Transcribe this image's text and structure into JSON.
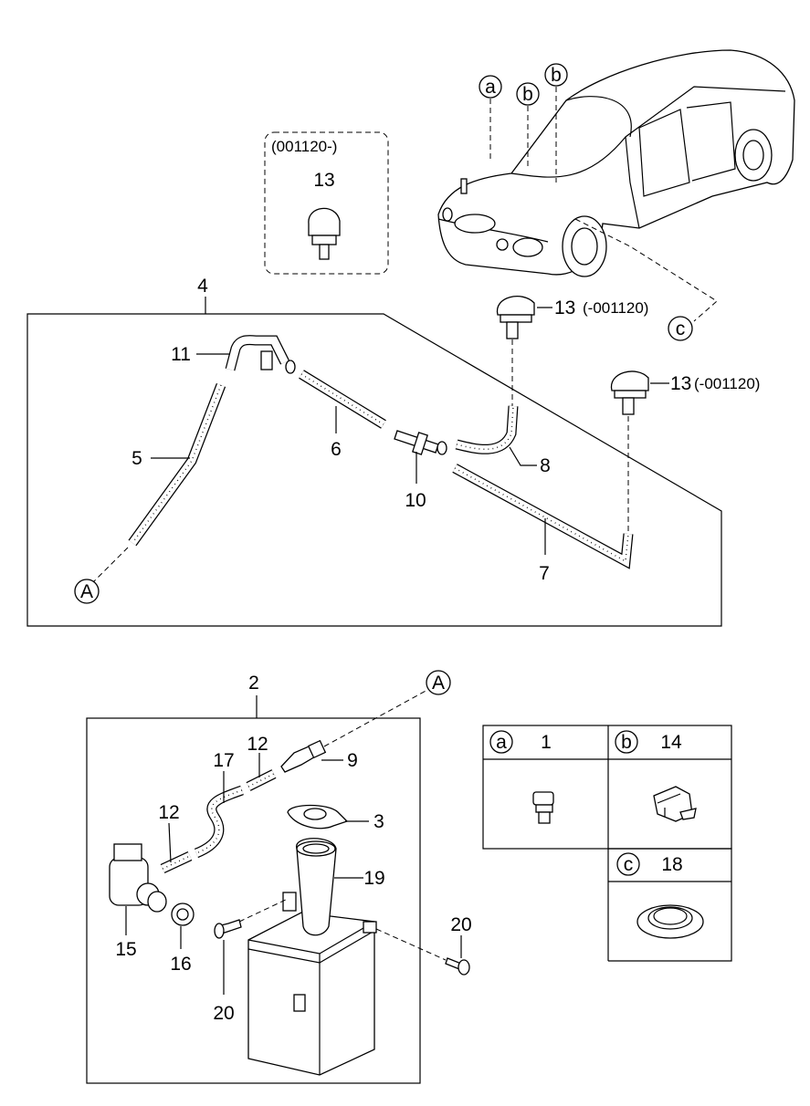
{
  "inset_box": {
    "date_range": "(001120-)",
    "part_13": "13"
  },
  "assembly_4": {
    "number": "4"
  },
  "assembly_2": {
    "number": "2"
  },
  "car_callouts": {
    "a": "a",
    "b1": "b",
    "b2": "b"
  },
  "callouts": {
    "p13_right_a": "13",
    "p13_right_a_range": "(-001120)",
    "p13_right_b": "13",
    "p13_right_b_range": "(-001120)",
    "c": "c",
    "A_top": "A",
    "A_bottom": "A",
    "p11": "11",
    "p5": "5",
    "p6": "6",
    "p8": "8",
    "p10": "10",
    "p7": "7",
    "p12a": "12",
    "p17": "17",
    "p9": "9",
    "p12b": "12",
    "p3": "3",
    "p19": "19",
    "p20a": "20",
    "p15": "15",
    "p16": "16",
    "p20b": "20"
  },
  "legend_table": [
    {
      "letter": "a",
      "part": "1"
    },
    {
      "letter": "b",
      "part": "14"
    },
    {
      "letter": "c",
      "part": "18"
    }
  ]
}
